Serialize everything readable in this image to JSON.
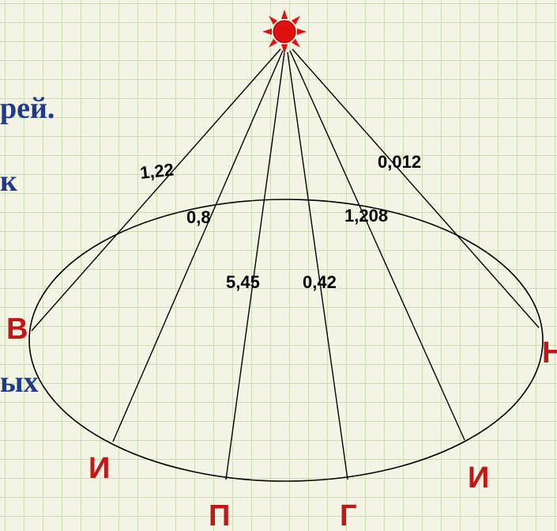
{
  "text_fragments": [
    "рей.",
    "к",
    "ых"
  ],
  "distances": [
    "1,22",
    "0,8",
    "5,45",
    "0,42",
    "1,208",
    "0,012"
  ],
  "points": [
    "В",
    "И",
    "П",
    "Г",
    "И",
    "Н"
  ],
  "colors": {
    "lines": "#000000",
    "point_labels": "#c01818",
    "text": "#1f3a8a",
    "sun": "#e01010"
  },
  "icons": {
    "sun": "sun-icon"
  }
}
